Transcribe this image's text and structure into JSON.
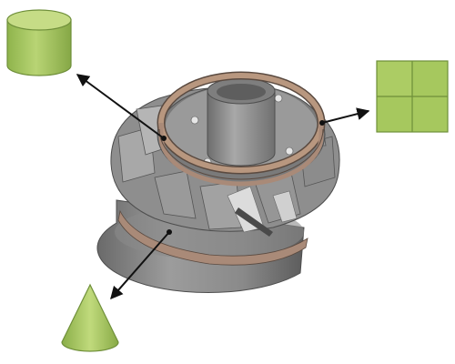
{
  "diagram": {
    "primitives": [
      {
        "id": "cylinder",
        "shape": "cylinder",
        "icon": "cylinder-icon"
      },
      {
        "id": "plane",
        "shape": "plane",
        "icon": "plane-grid-icon"
      },
      {
        "id": "cone",
        "shape": "cone",
        "icon": "cone-icon"
      }
    ],
    "part": {
      "icon": "impeller-part-icon"
    },
    "colors": {
      "primitive_fill": "#a6c85e",
      "primitive_light": "#c6dc86",
      "primitive_dark": "#7ea040",
      "primitive_stroke": "#6f8f3a",
      "part_gray": "#8e8e8e",
      "part_dark": "#5e5e5e",
      "part_light": "#b9b9b9",
      "ring_copper": "#a98a78",
      "arrow": "#111111"
    }
  }
}
